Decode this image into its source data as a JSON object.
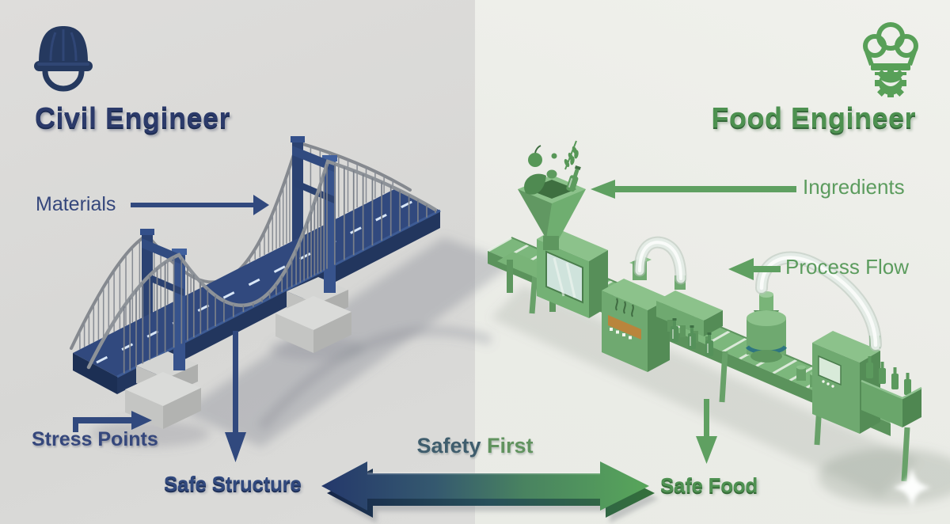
{
  "colors": {
    "navy": "#2b3a6a",
    "green": "#4d9150",
    "slate_teal": "#3f5d6d",
    "bg_left": "#d9d9d6",
    "bg_right": "#edeee9",
    "arrow_navy": "#31497e",
    "arrow_green": "#5fa061"
  },
  "left_panel": {
    "icon": "hard-hat",
    "title": "Civil Engineer",
    "illustration": "suspension-bridge",
    "label_materials": "Materials",
    "label_stress_points": "Stress Points",
    "label_safe_structure": "Safe Structure"
  },
  "right_panel": {
    "icon": "chef-hat-gear",
    "title": "Food Engineer",
    "illustration": "food-processing-line",
    "label_ingredients": "Ingredients",
    "label_process_flow": "Process Flow",
    "label_safe_food": "Safe Food"
  },
  "center": {
    "label_word_1": "Safety",
    "label_word_2": "First"
  },
  "watermark": {
    "icon": "sparkle"
  }
}
